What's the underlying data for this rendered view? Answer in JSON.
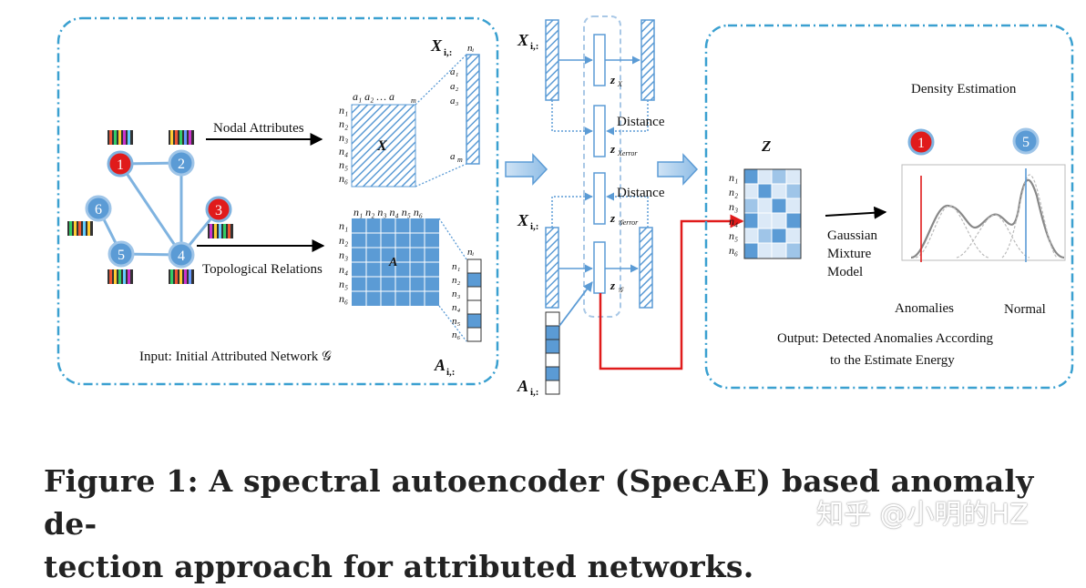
{
  "panel_left": {
    "caption": "Input: Initial Attributed Network 𝒢",
    "nodes": [
      "1",
      "2",
      "3",
      "4",
      "5",
      "6"
    ],
    "edge_label_attr": "Nodal Attributes",
    "edge_label_topo": "Topological Relations",
    "matrix_x_name": "X",
    "matrix_a_name": "A",
    "x_cols": "a₁ a₂ …   a",
    "x_cols_sub_m": "m",
    "a_cols": "n₁ n₂ n₃ n₄ n₅ n₆",
    "rows": [
      "n₁",
      "n₂",
      "n₃",
      "n₄",
      "n₅",
      "n₆"
    ],
    "vec_x_label": "X",
    "vec_x_sub": "i,:",
    "vec_x_head": "nᵢ",
    "vec_x_items": [
      "a₁",
      "a₂",
      "a₃",
      "a"
    ],
    "vec_x_last_sub": "m",
    "vec_a_label": "A",
    "vec_a_sub": "i,:",
    "vec_a_head": "nᵢ",
    "vec_a_items": [
      "n₁",
      "n₂",
      "n₃",
      "n₄",
      "n₅",
      "n₆"
    ]
  },
  "panel_mid": {
    "x_in": "X",
    "x_in_sub": "i,:",
    "a_in": "X",
    "a_in_sub": "i,:",
    "a_vec": "A",
    "a_vec_sub": "i,:",
    "z_x": "z",
    "z_x_sub": "X",
    "z_xerr": "z",
    "z_xerr_sub": "Xerror",
    "z_gerr": "z",
    "z_gerr_sub": "𝒢error",
    "z_g": "z",
    "z_g_sub": "𝒢",
    "distance_1": "Distance",
    "distance_2": "Distance"
  },
  "panel_right": {
    "z_label": "Z",
    "rows": [
      "n₁",
      "n₂",
      "n₃",
      "n₄",
      "n₅",
      "n₆"
    ],
    "gmm_1": "Gaussian",
    "gmm_2": "Mixture",
    "gmm_3": "Model",
    "density_title": "Density Estimation",
    "badge_anomaly": "1",
    "badge_normal": "5",
    "anomalies_label": "Anomalies",
    "normal_label": "Normal",
    "output_1": "Output: Detected  Anomalies According",
    "output_2": "to the Estimate Energy"
  },
  "caption": {
    "line1": "Figure 1: A spectral autoencoder (SpecAE) based anomaly de-",
    "line2": "tection approach for attributed networks."
  },
  "watermark": "知乎 @小明的HZ",
  "colors": {
    "blue": "#5b9bd5",
    "dark_blue": "#3a78b5",
    "red": "#e01b1b",
    "panel_border": "#3aa0d0"
  }
}
